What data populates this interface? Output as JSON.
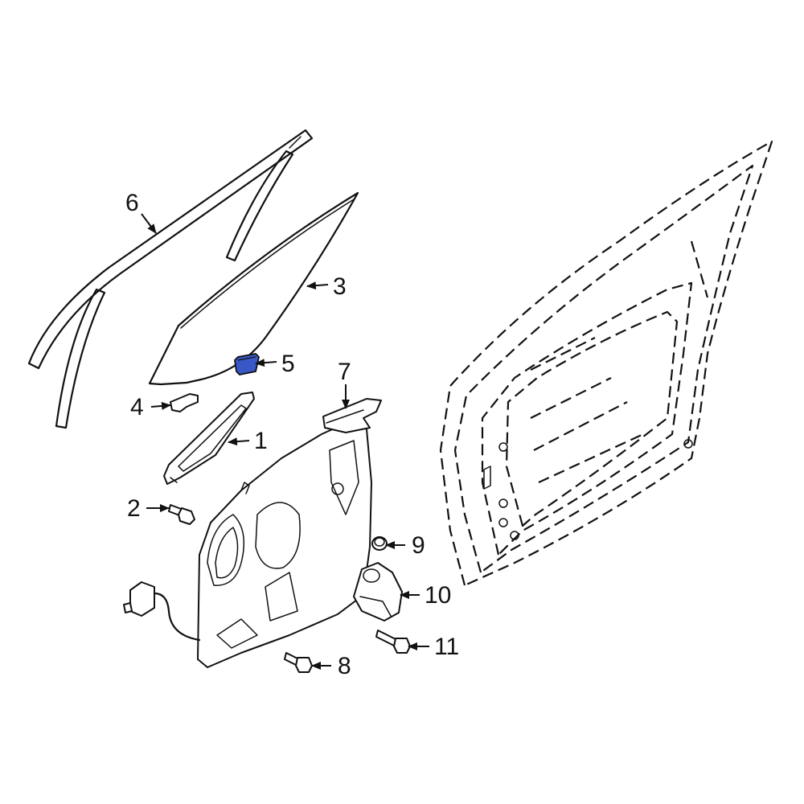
{
  "callouts": [
    {
      "id": "1",
      "label": "1"
    },
    {
      "id": "2",
      "label": "2"
    },
    {
      "id": "3",
      "label": "3"
    },
    {
      "id": "4",
      "label": "4"
    },
    {
      "id": "5",
      "label": "5"
    },
    {
      "id": "6",
      "label": "6"
    },
    {
      "id": "7",
      "label": "7"
    },
    {
      "id": "8",
      "label": "8"
    },
    {
      "id": "9",
      "label": "9"
    },
    {
      "id": "10",
      "label": "10"
    },
    {
      "id": "11",
      "label": "11"
    }
  ],
  "colors": {
    "line": "#111111",
    "highlight": "#3a57c8",
    "background": "#ffffff"
  }
}
